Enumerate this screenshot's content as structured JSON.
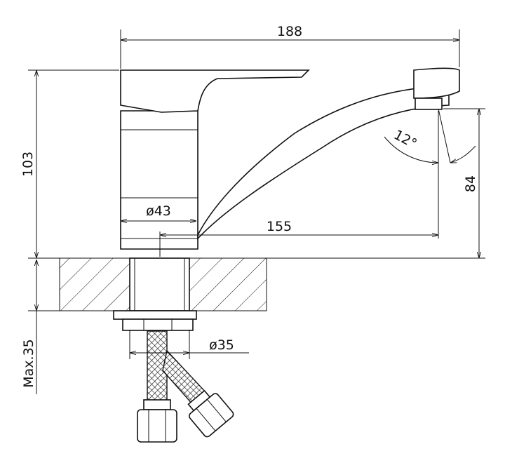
{
  "drawing": {
    "dimensions": {
      "overall_length": "188",
      "overall_height": "103",
      "spout_height": "84",
      "body_diameter": "ø43",
      "spout_reach": "155",
      "spout_angle": "12°",
      "shank_diameter": "ø35",
      "max_counter_thickness": "Max.35"
    }
  }
}
